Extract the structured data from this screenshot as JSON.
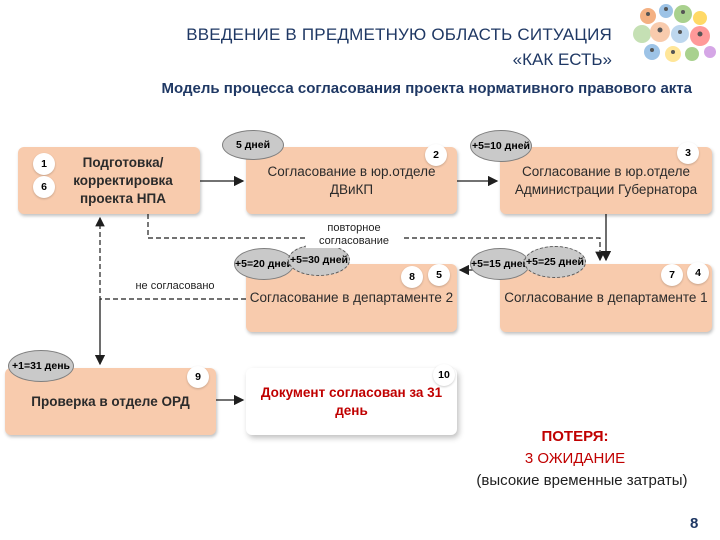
{
  "header": {
    "title_line1": "ВВЕДЕНИЕ В ПРЕДМЕТНУЮ ОБЛАСТЬ СИТУАЦИЯ",
    "title_line2": "«КАК ЕСТЬ»",
    "subtitle": "Модель процесса согласования проекта нормативного правового акта"
  },
  "boxes": {
    "prep": "Подготовка/ корректировка проекта НПА",
    "legal": "Согласование в юр.отделе ДВиКП",
    "admin": "Согласование в юр.отделе Администрации Губернатора",
    "dept2": "Согласование в департаменте 2",
    "dept1": "Согласование в департаменте 1",
    "ord": "Проверка в отделе ОРД",
    "done": "Документ согласован за 31 день"
  },
  "steps": {
    "s1": "1",
    "s6": "6",
    "s2": "2",
    "s3": "3",
    "s8": "8",
    "s5": "5",
    "s7": "7",
    "s4": "4",
    "s9": "9",
    "s10": "10"
  },
  "durations": {
    "d_legal": "5 дней",
    "d_admin": "+5=10 дней",
    "d_dept2_a": "+5=20 дней",
    "d_dept2_b": "+5=30 дней",
    "d_dept1_a": "+5=15 дней",
    "d_dept1_b": "+5=25 дней",
    "d_ord": "+1=31 день"
  },
  "notes": {
    "repeat": "повторное согласование",
    "not_agreed": "не согласовано"
  },
  "loss": {
    "title": "ПОТЕРЯ:",
    "item": "3 ОЖИДАНИЕ",
    "detail": "(высокие временные затраты)"
  },
  "page_number": "8",
  "colors": {
    "box_fill": "#f8cbad",
    "title": "#1f3864",
    "loss": "#c00000",
    "oval_fill": "#c9c9c9"
  }
}
